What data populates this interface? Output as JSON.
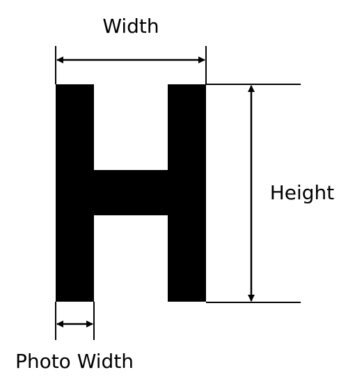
{
  "labels": {
    "width": "Width",
    "height": "Height",
    "photo_width": "Photo Width"
  },
  "colors": {
    "ink": "#000000",
    "background": "#ffffff"
  }
}
